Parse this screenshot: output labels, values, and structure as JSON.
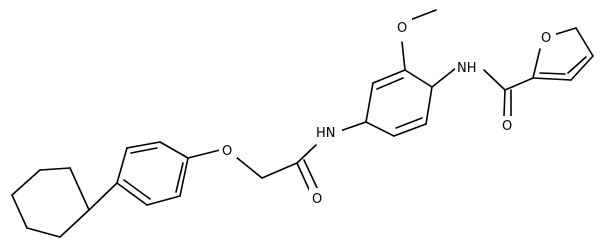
{
  "structure": {
    "atoms": {
      "amide_o_1": "O",
      "amide_nh_1": "HN",
      "methoxy_o": "O",
      "amide_nh_2": "N​H",
      "carbonyl_o_2": "O",
      "furan_o": "O",
      "ether_o": "O"
    }
  },
  "colors": {
    "bond": "#000000",
    "text": "#000000",
    "background": "#ffffff"
  }
}
